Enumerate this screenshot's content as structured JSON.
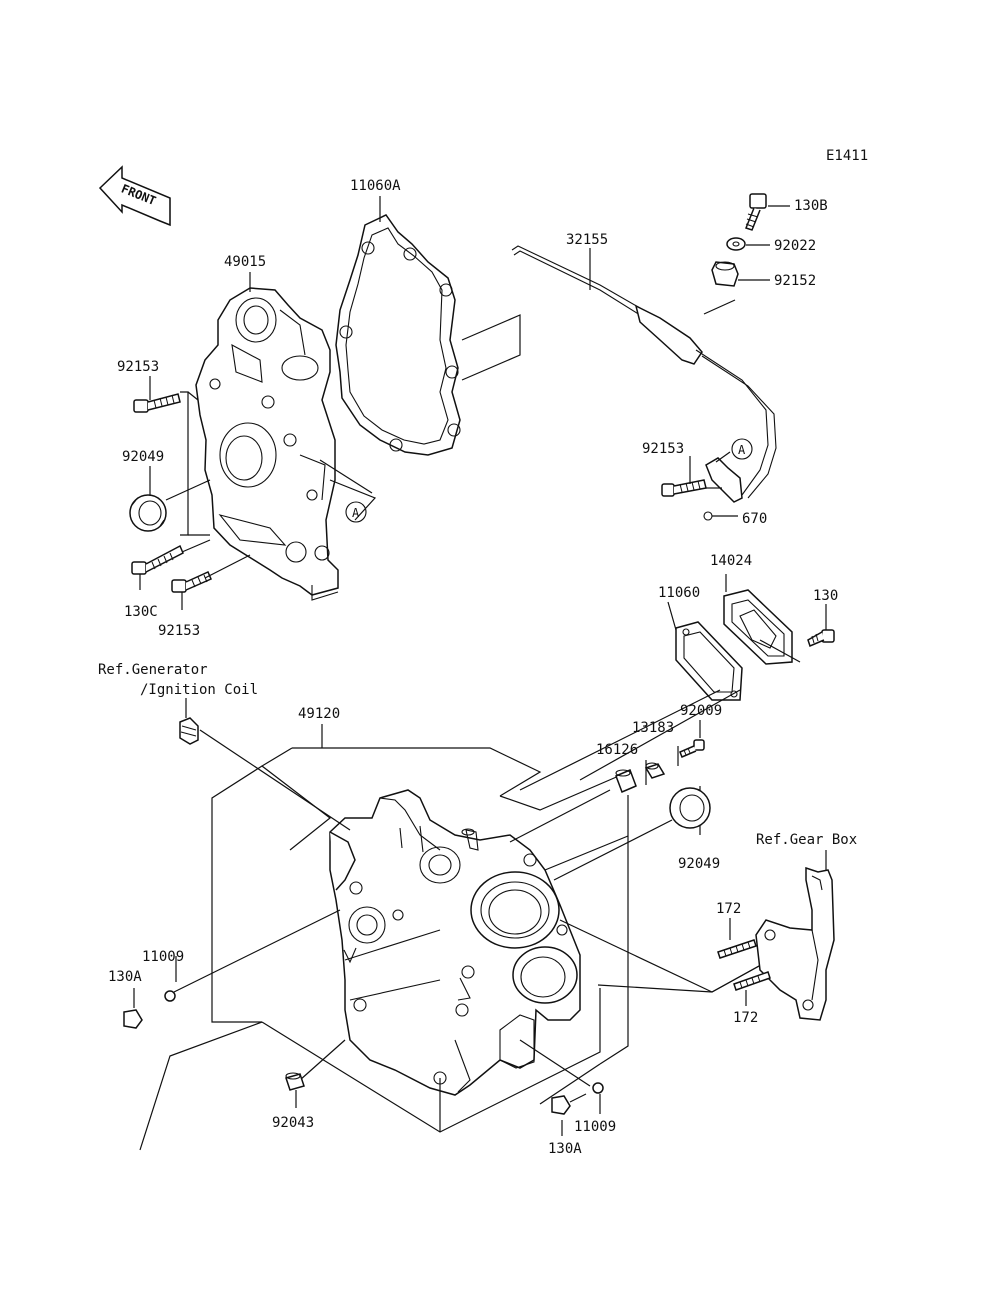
{
  "diagram_code": "E1411",
  "front_label": "FRONT",
  "callouts": {
    "p11060A": "11060A",
    "p49015": "49015",
    "p92153_top": "92153",
    "p92049_left": "92049",
    "p130C": "130C",
    "p92153_bottom": "92153",
    "p32155": "32155",
    "p130B": "130B",
    "p92022": "92022",
    "p92152": "92152",
    "p92153_right": "92153",
    "p670": "670",
    "ref_A_1": "A",
    "ref_A_2": "A",
    "p14024": "14024",
    "p11060": "11060",
    "p130": "130",
    "ref_generator_1": "Ref.Generator",
    "ref_generator_2": "/Ignition Coil",
    "p49120": "49120",
    "p92009": "92009",
    "p13183": "13183",
    "p16126": "16126",
    "p92049_right": "92049",
    "ref_gearbox": "Ref.Gear Box",
    "p172_top": "172",
    "p172_bottom": "172",
    "p11009_left": "11009",
    "p130A_left": "130A",
    "p92043": "92043",
    "p130A_bottom": "130A",
    "p11009_bottom": "11009"
  }
}
